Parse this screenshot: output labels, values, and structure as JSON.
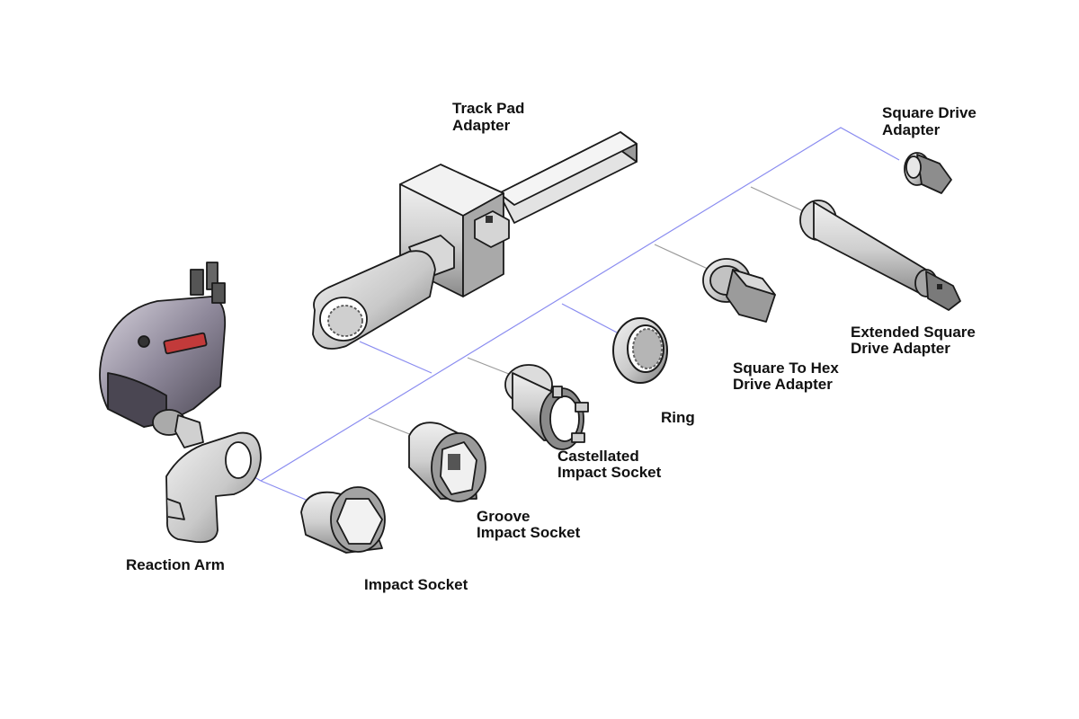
{
  "labels": {
    "track_pad_adapter": [
      "Track Pad",
      "Adapter"
    ],
    "square_drive_adapter": [
      "Square Drive",
      "Adapter"
    ],
    "extended_square_drive_adapter": [
      "Extended Square",
      "Drive Adapter"
    ],
    "square_to_hex_drive_adapter": [
      "Square To Hex",
      "Drive Adapter"
    ],
    "ring": [
      "Ring"
    ],
    "castellated_impact_socket": [
      "Castellated",
      "Impact Socket"
    ],
    "groove_impact_socket": [
      "Groove",
      "Impact Socket"
    ],
    "impact_socket": [
      "Impact Socket"
    ],
    "reaction_arm": [
      "Reaction Arm"
    ]
  },
  "colors": {
    "background": "#ffffff",
    "leader_blue": "#8a8cf0",
    "leader_gray": "#9a9a9a",
    "metal_light": "#e4e4e4",
    "metal_mid": "#bdbdbd",
    "metal_dark": "#6e6e6e",
    "outline": "#1a1a1a",
    "tool_body": "#8f8a99",
    "tool_red": "#c23a3a"
  },
  "icons": {
    "torque_wrench": "hydraulic-torque-wrench-icon"
  }
}
